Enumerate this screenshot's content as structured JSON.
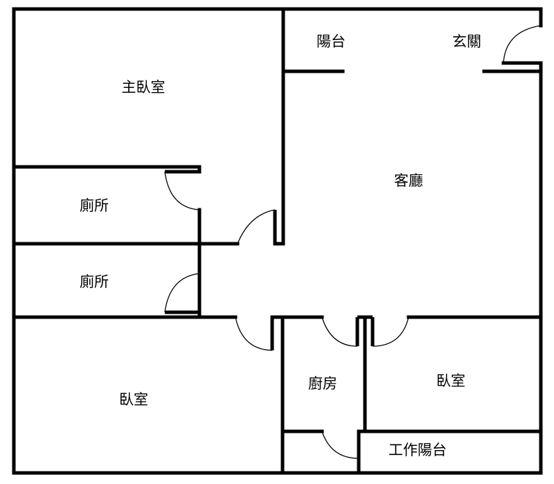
{
  "rooms": {
    "master_bedroom": "主臥室",
    "balcony": "陽台",
    "entrance": "玄關",
    "living_room": "客廳",
    "toilet_1": "廁所",
    "toilet_2": "廁所",
    "bedroom_1": "臥室",
    "kitchen": "廚房",
    "bedroom_2": "臥室",
    "utility_balcony": "工作陽台"
  },
  "colors": {
    "line": "#000000",
    "background": "#ffffff"
  }
}
